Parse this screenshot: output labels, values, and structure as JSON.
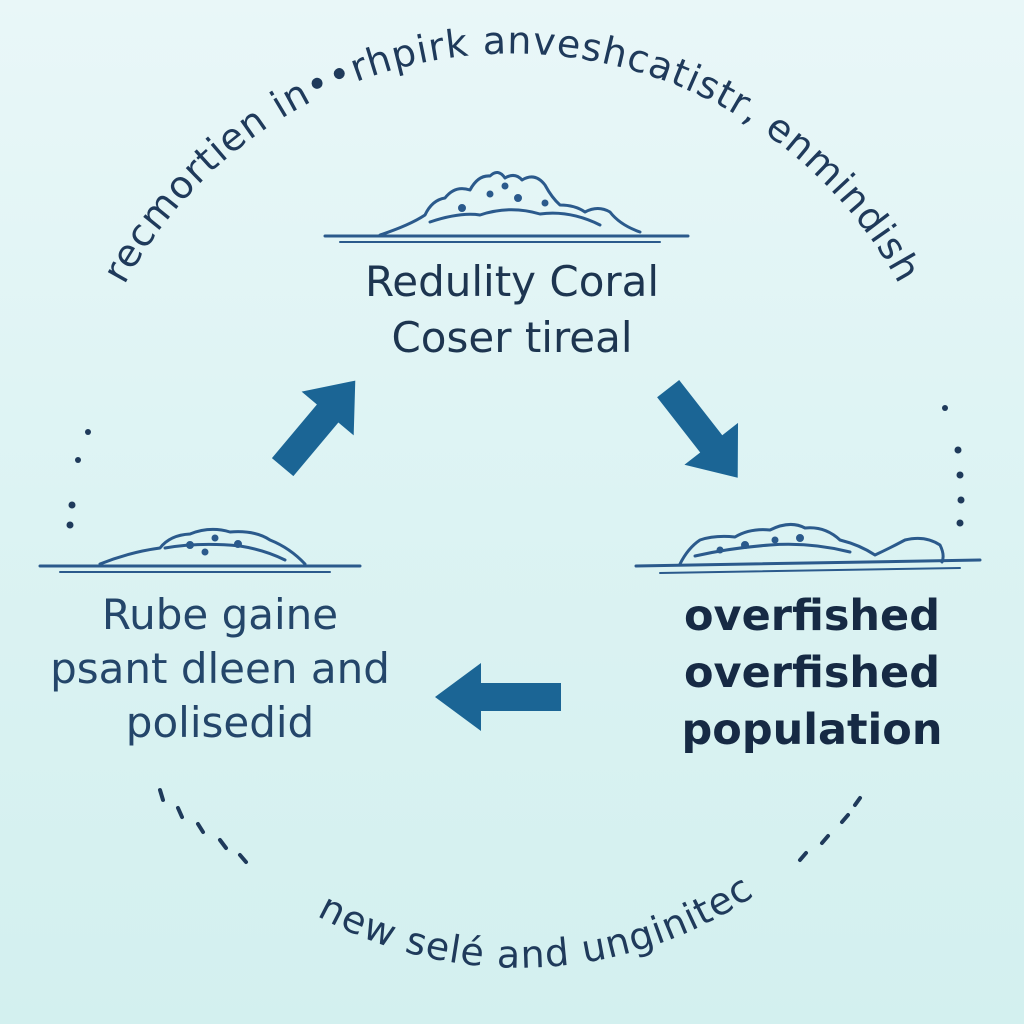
{
  "colors": {
    "background_top": "#e9f7f8",
    "background_bottom": "#d3f0ef",
    "arrow": "#1b6595",
    "sketch_line": "#2b5a8c",
    "text_dark": "#162a44"
  },
  "outer_ring": {
    "top_text": "recmortien in••rhpirk anveshcatistr, enmindish",
    "bottom_text": "new selé and unginitec"
  },
  "nodes": {
    "top": {
      "icon": "coral-reef-sketch-icon",
      "lines": [
        "Redulity Coral",
        "Coser tireal"
      ]
    },
    "left": {
      "icon": "coral-rubble-sketch-icon",
      "lines": [
        "Rube gaine",
        "psant dleen and",
        "polisedid"
      ]
    },
    "right": {
      "icon": "bleached-reef-sketch-icon",
      "lines": [
        "overfished",
        "overfished",
        "population"
      ]
    }
  },
  "arrows": [
    {
      "name": "arrow-left-to-top",
      "direction": "up-right"
    },
    {
      "name": "arrow-top-to-right",
      "direction": "down-right"
    },
    {
      "name": "arrow-right-to-left",
      "direction": "left"
    }
  ]
}
